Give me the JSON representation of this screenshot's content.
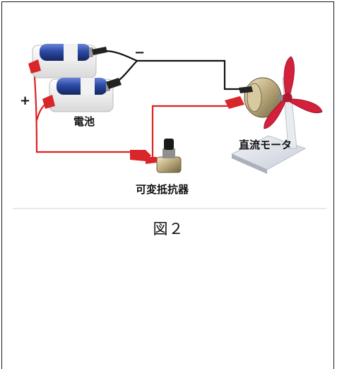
{
  "labels": {
    "minus": "−",
    "plus": "+",
    "battery": "電池",
    "motor": "直流モータ",
    "resistor": "可変抵抗器"
  },
  "caption": "図２",
  "colors": {
    "red_wire": "#e02020",
    "black_wire": "#111111",
    "propeller": "#d4203a",
    "battery_blue": "#2b4aa6"
  },
  "icons": [
    "battery-icon",
    "variable-resistor-icon",
    "dc-motor-icon",
    "propeller-icon",
    "alligator-clip-icon"
  ]
}
